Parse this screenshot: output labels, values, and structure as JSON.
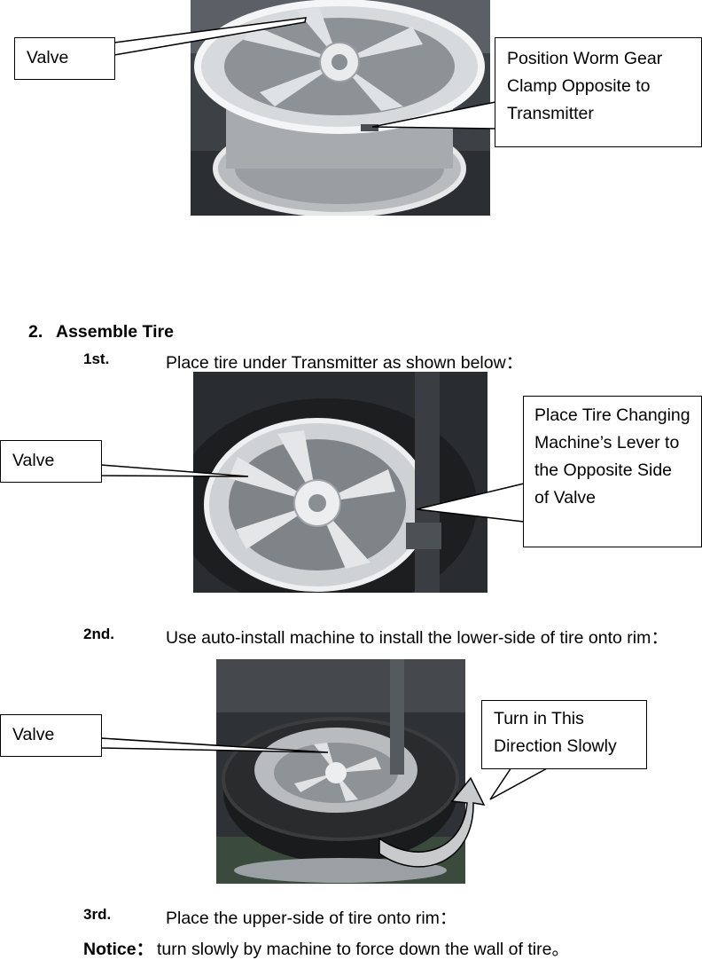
{
  "callouts": {
    "valve_1": "Valve",
    "worm_gear": "Position Worm Gear Clamp Opposite to Transmitter",
    "valve_2": "Valve",
    "lever": "Place Tire Changing Machine’s Lever to the Opposite Side of Valve",
    "valve_3": "Valve",
    "turn": "Turn in This Direction Slowly"
  },
  "section": {
    "number": "2.",
    "title": "Assemble Tire"
  },
  "steps": [
    {
      "label": "1st.",
      "text": "Place tire under Transmitter as shown below："
    },
    {
      "label": "2nd.",
      "text": "Use auto-install machine to install the lower-side of tire onto rim："
    },
    {
      "label": "3rd.",
      "text": "Place the upper-side of tire onto rim："
    }
  ],
  "notice": {
    "label": "Notice：",
    "text": "turn slowly by machine to force down the wall of tire。"
  }
}
